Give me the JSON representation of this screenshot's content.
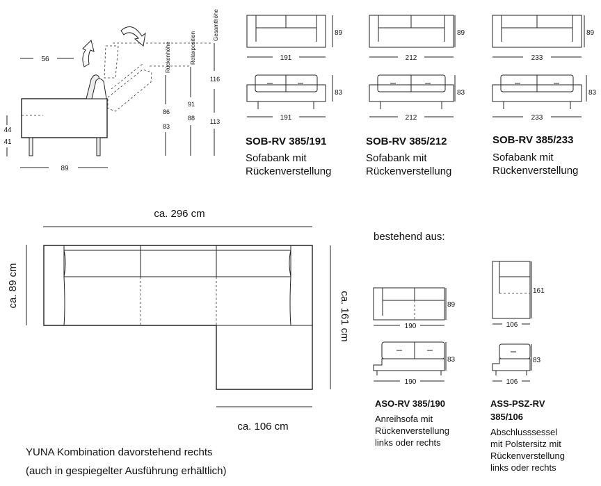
{
  "side_view": {
    "dim_top_left": "56",
    "dim_seat_height": "44",
    "dim_seat_height2": "41",
    "dim_depth": "89",
    "label_back_height": "Rückenhöhe",
    "label_relax_position": "Relaxposition",
    "label_total_height": "Gesamthöhe",
    "back_height_values": [
      "86",
      "83"
    ],
    "relax_values": [
      "91",
      "88"
    ],
    "total_height_values": [
      "116",
      "113"
    ]
  },
  "products": [
    {
      "code": "SOB-RV 385/191",
      "desc_line1": "Sofabank mit",
      "desc_line2": "Rückenverstellung",
      "width_upright": "191",
      "height_upright": "89",
      "width_relaxed": "191",
      "height_relaxed": "83"
    },
    {
      "code": "SOB-RV 385/212",
      "desc_line1": "Sofabank mit",
      "desc_line2": "Rückenverstellung",
      "width_upright": "212",
      "height_upright": "89",
      "width_relaxed": "212",
      "height_relaxed": "83"
    },
    {
      "code": "SOB-RV 385/233",
      "desc_line1": "Sofabank mit",
      "desc_line2": "Rückenverstellung",
      "width_upright": "233",
      "height_upright": "89",
      "width_relaxed": "233",
      "height_relaxed": "83"
    }
  ],
  "combination": {
    "width_label": "ca. 296 cm",
    "depth_label": "ca. 89 cm",
    "chaise_depth_label": "ca. 161 cm",
    "chaise_width_label": "ca. 106 cm",
    "caption_line1": "YUNA Kombination davorstehend rechts",
    "caption_line2": "(auch in gespiegelter Ausführung erhältlich)"
  },
  "consists_of_label": "bestehend aus:",
  "components": [
    {
      "code": "ASO-RV 385/190",
      "desc_lines": [
        "Anreihsofa mit",
        "Rückenverstellung",
        "links oder rechts"
      ],
      "width_upright": "190",
      "height_upright": "89",
      "width_relaxed": "190",
      "height_relaxed": "83"
    },
    {
      "code_line1": "ASS-PSZ-RV",
      "code_line2": "385/106",
      "desc_lines": [
        "Abschlusssessel",
        "mit Polstersitz mit",
        "Rückenverstellung",
        "links oder rechts"
      ],
      "width_top": "106",
      "depth_top": "161",
      "width_front": "106",
      "height_front": "83"
    }
  ]
}
